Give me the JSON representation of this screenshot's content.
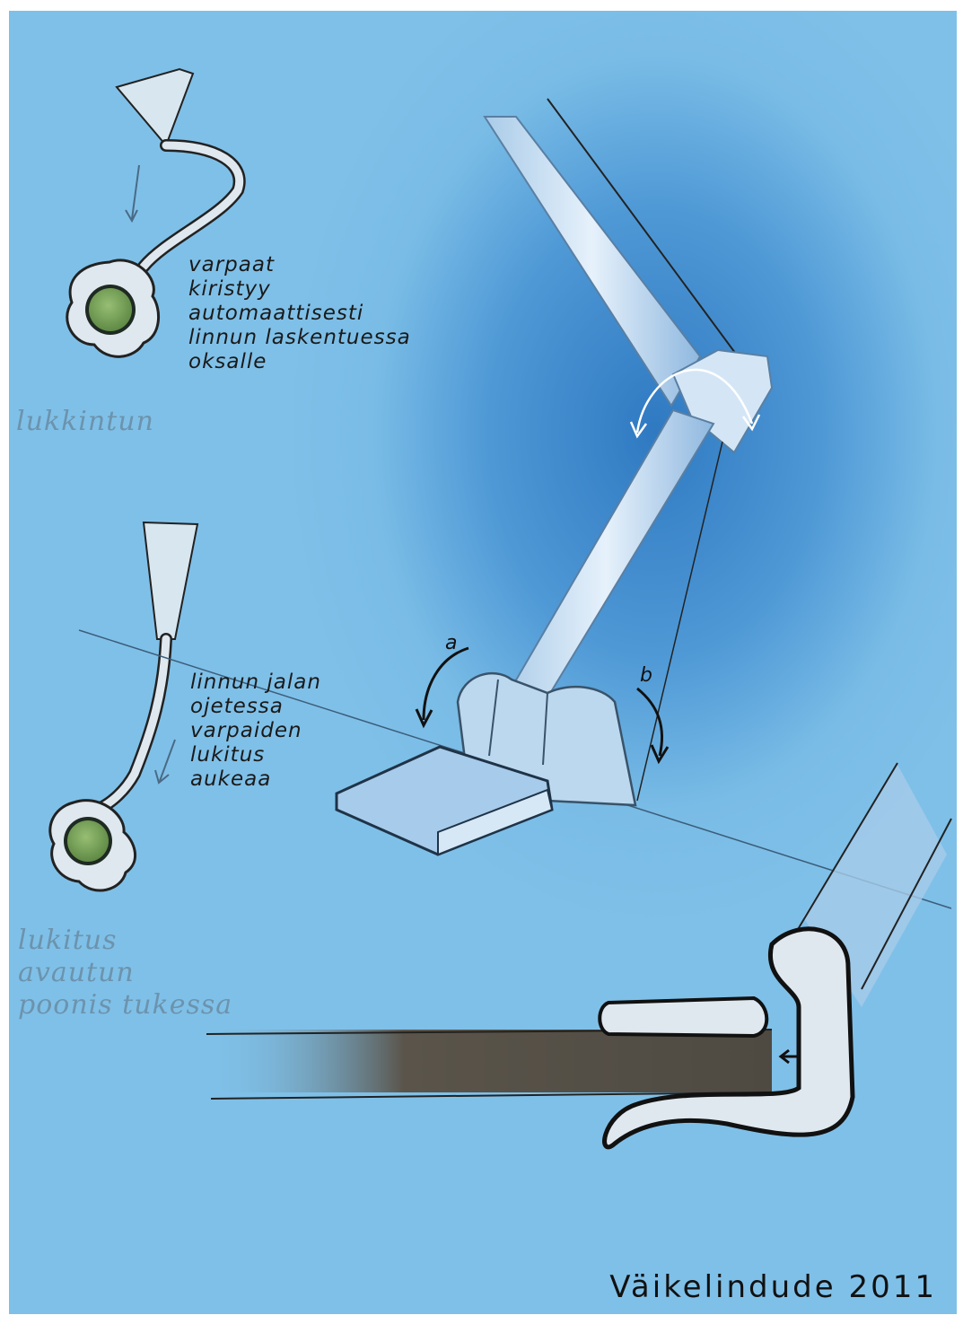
{
  "colors": {
    "paper": "#7fc0e8",
    "shadow": "#2f79c2",
    "joint": "#c6dff2",
    "branch": "#5a544a",
    "toe_pad": "#7aa25c"
  },
  "annotations": {
    "top_note": "varpaat\nkiristyy\nautomaattisesti\nlinnun laskentuessa\noksalle",
    "top_state": "lukkintun",
    "middle_note": "linnun jalan\nojetessa\nvarpaiden\nlukitus\naukeaa",
    "middle_state": "lukitus\navautun\npoonis tukessa",
    "label_a": "a",
    "label_b": "b"
  },
  "signature": "Väikelindude 2011"
}
